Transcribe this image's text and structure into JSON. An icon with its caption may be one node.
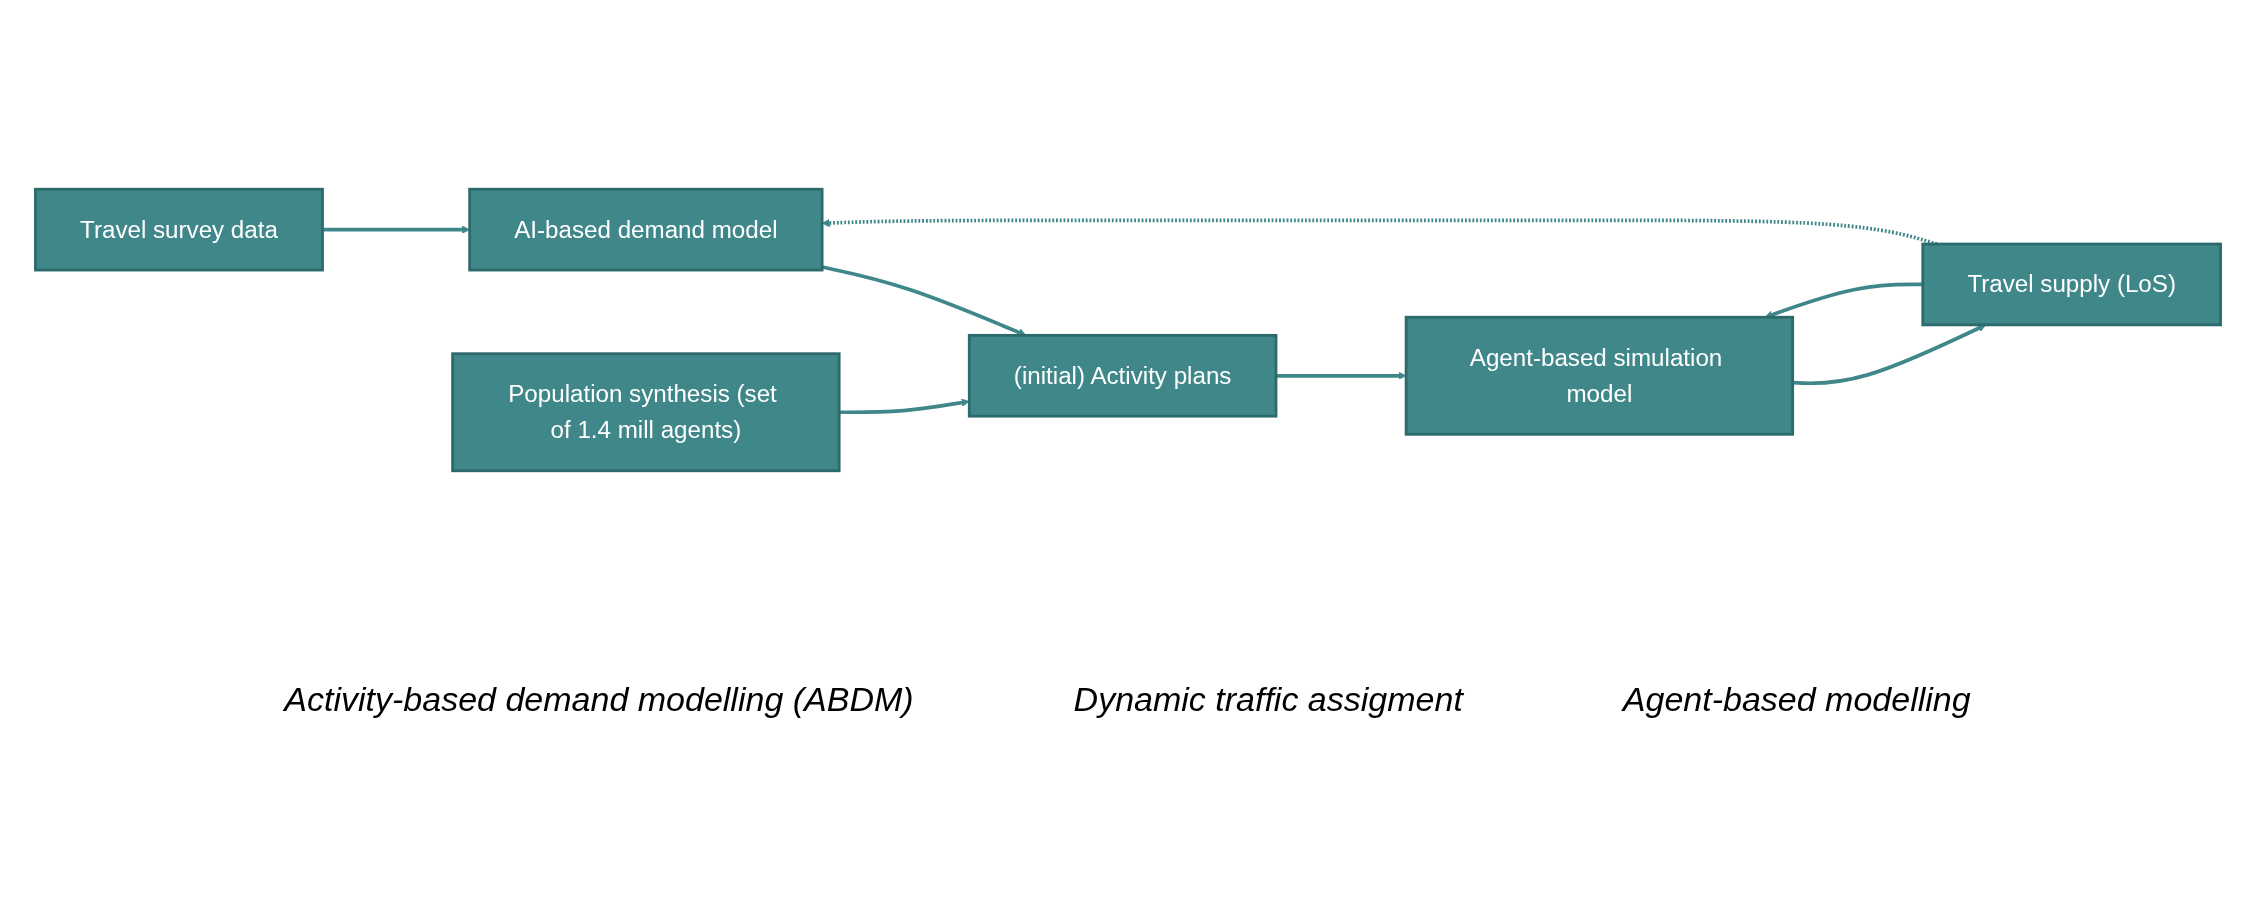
{
  "diagram": {
    "nodes": [
      {
        "text": [
          "Travel survey data"
        ]
      },
      {
        "text": [
          "AI-based demand model"
        ]
      },
      {
        "text": [
          "Travel supply (LoS)"
        ]
      },
      {
        "text": [
          "Population synthesis (set of 1.4 mill agents)"
        ]
      },
      {
        "text": [
          "(initial) Activity plans"
        ]
      },
      {
        "text": [
          "Agent-based simulation model"
        ]
      }
    ],
    "edges": [
      {
        "from": 0,
        "to": 1,
        "arrow": "to"
      },
      {
        "from": 2,
        "to": 1,
        "arrow": "to",
        "style": "dashed"
      },
      {
        "from": 1,
        "to": 4,
        "arrow": "to"
      },
      {
        "from": 3,
        "to": 4,
        "arrow": "to"
      },
      {
        "from": 4,
        "to": 5,
        "arrow": "to"
      },
      {
        "from": 5,
        "to": 2,
        "arrow": "to"
      },
      {
        "from": 2,
        "to": 5,
        "arrow": "to"
      }
    ],
    "labels": [
      "Activity-based demand modelling (ABDM)",
      "Dynamic traffic assigment",
      "Agent-based modelling"
    ]
  }
}
